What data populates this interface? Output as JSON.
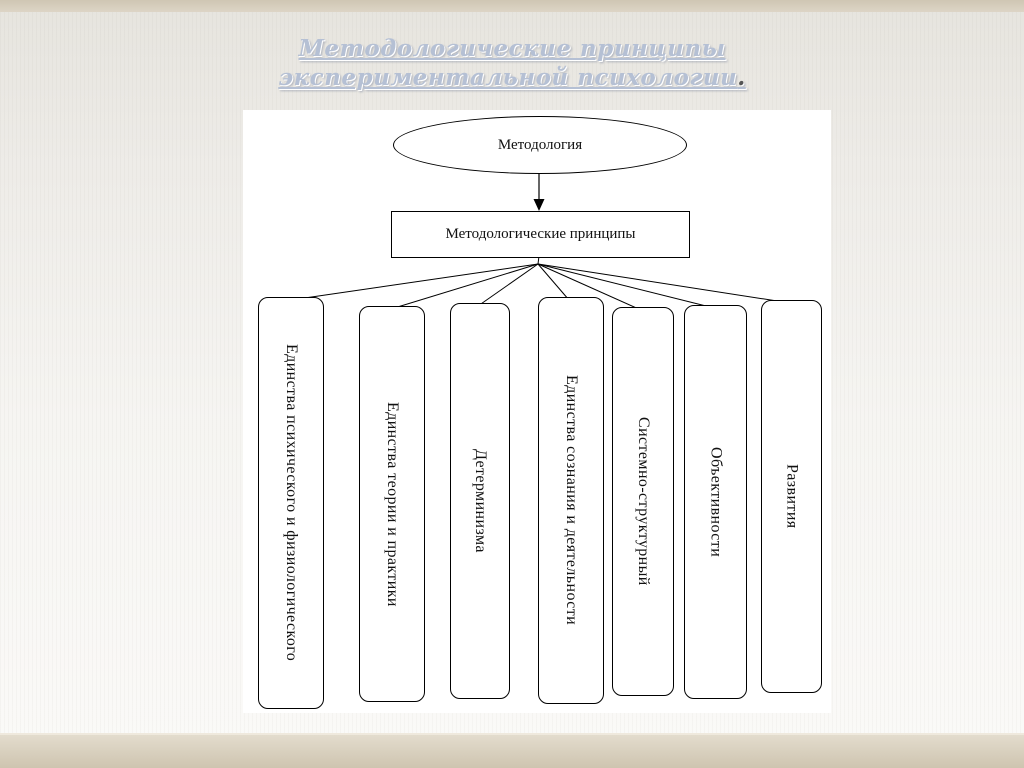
{
  "slide": {
    "title": "Методологические принципы экспериментальной психологии",
    "title_period": "."
  },
  "diagram": {
    "root": "Методология",
    "child": "Методологические принципы",
    "principles": [
      "Единства психического и физиологического",
      "Единства теории и практики",
      "Детерминизма",
      "Единства сознания и деятельности",
      "Системно-структурный",
      "Объективности",
      "Развития"
    ]
  }
}
